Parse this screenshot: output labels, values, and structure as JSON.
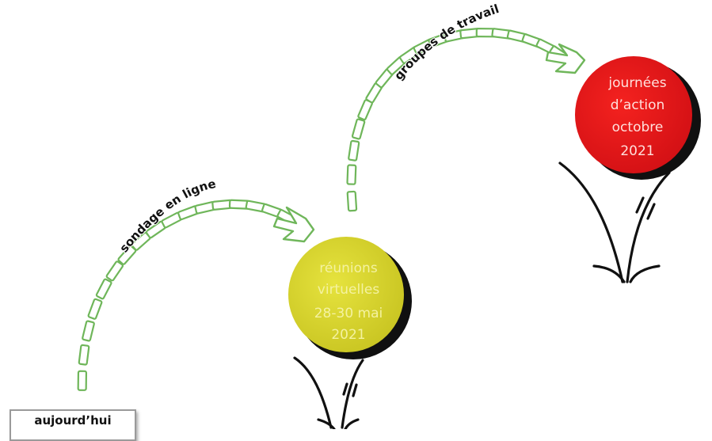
{
  "start": {
    "label": "aujourd’hui"
  },
  "paths": [
    {
      "label": "sondage en ligne",
      "color": "#6fb65a"
    },
    {
      "label": "groupes de travail",
      "color": "#6fb65a"
    }
  ],
  "milestones": [
    {
      "lines": [
        "réunions",
        "virtuelles",
        "28-30 mai",
        "2021"
      ],
      "color": "#d9d62b",
      "text_color": "#f4f2a0"
    },
    {
      "lines": [
        "journées",
        "d’action",
        "octobre",
        "2021"
      ],
      "color": "#e8141a",
      "text_color": "#ffe0dc"
    }
  ]
}
